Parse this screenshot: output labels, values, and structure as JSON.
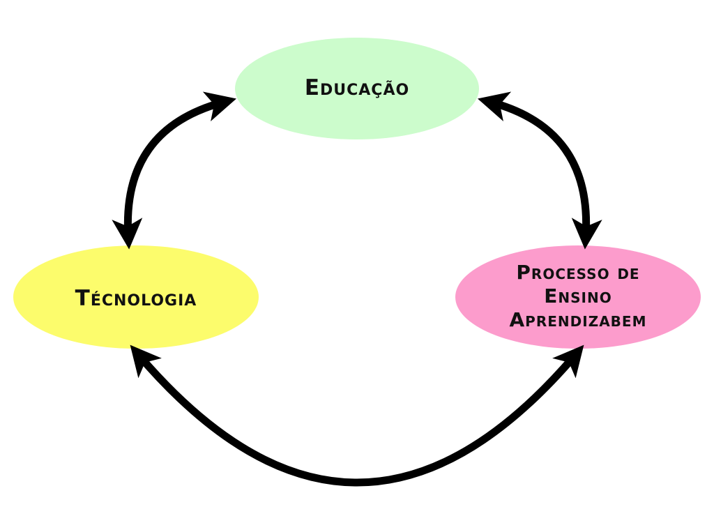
{
  "nodes": {
    "educacao": {
      "label": "Educação",
      "color": "#ccfccc"
    },
    "tecnologia": {
      "label": "Técnologia",
      "color": "#fcfc6c"
    },
    "processo": {
      "lines": [
        "Processo de",
        "Ensino",
        "Aprendizabem"
      ],
      "color": "#fc9ccc"
    }
  },
  "edges": [
    {
      "from": "educacao",
      "to": "tecnologia",
      "direction": "bidirectional"
    },
    {
      "from": "educacao",
      "to": "processo",
      "direction": "bidirectional"
    },
    {
      "from": "tecnologia",
      "to": "processo",
      "direction": "bidirectional"
    }
  ]
}
